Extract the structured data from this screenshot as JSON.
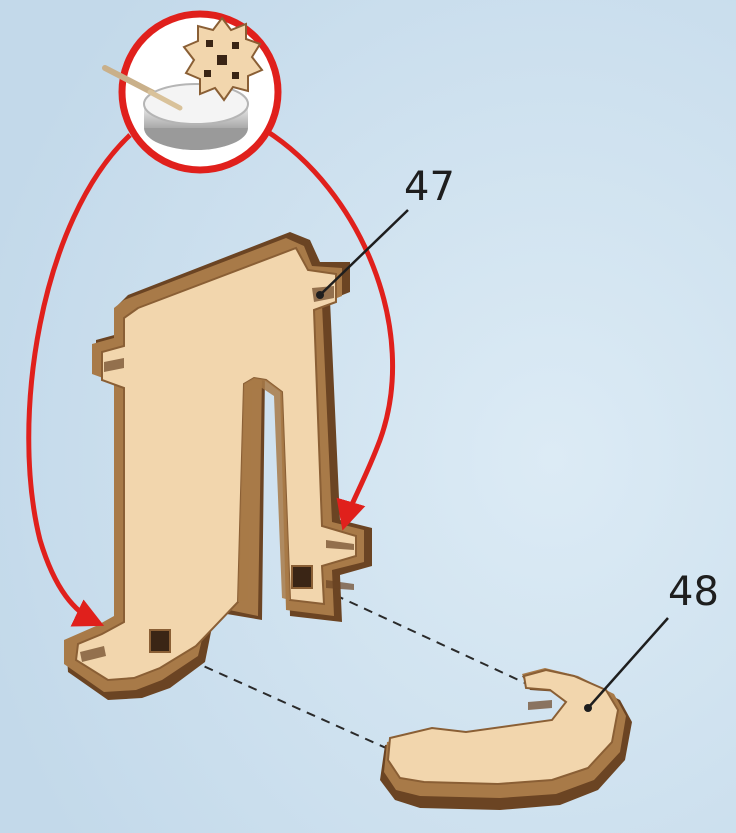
{
  "diagram": {
    "background_color": "#cfe1ee",
    "arrow_color": "#e0201c",
    "wood_face_color": "#f2d6ad",
    "wood_edge_color": "#a87a48",
    "wood_core_color": "#6b4423",
    "callout": {
      "icon": "glue-pot-with-gear-and-stick-icon",
      "meaning": "apply glue"
    },
    "parts": [
      {
        "id": "part-47",
        "label": "47"
      },
      {
        "id": "part-48",
        "label": "48"
      }
    ]
  }
}
